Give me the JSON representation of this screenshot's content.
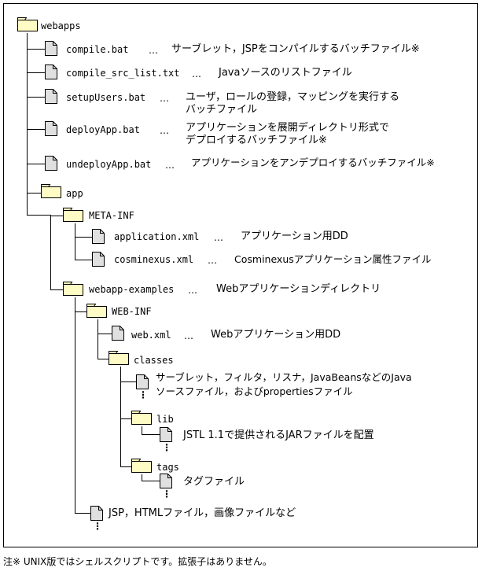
{
  "nodes": {
    "webapps": {
      "name": "webapps"
    },
    "compile": {
      "name": "compile.bat",
      "desc": "サーブレット，JSPをコンパイルするバッチファイル※"
    },
    "compile_src": {
      "name": "compile_src_list.txt",
      "desc": "Javaソースのリストファイル"
    },
    "setupUsers": {
      "name": "setupUsers.bat",
      "desc1": "ユーザ，ロールの登録，マッピングを実行する",
      "desc2": "バッチファイル"
    },
    "deployApp": {
      "name": "deployApp.bat",
      "desc1": "アプリケーションを展開ディレクトリ形式で",
      "desc2": "デプロイするバッチファイル※"
    },
    "undeployApp": {
      "name": "undeployApp.bat",
      "desc": "アプリケーションをアンデプロイするバッチファイル※"
    },
    "app": {
      "name": "app"
    },
    "metainf": {
      "name": "META-INF"
    },
    "application_xml": {
      "name": "application.xml",
      "desc": "アプリケーション用DD"
    },
    "cosminexus_xml": {
      "name": "cosminexus.xml",
      "desc": "Cosminexusアプリケーション属性ファイル"
    },
    "webapp_examples": {
      "name": "webapp-examples",
      "desc": "Webアプリケーションディレクトリ"
    },
    "webinf": {
      "name": "WEB-INF"
    },
    "web_xml": {
      "name": "web.xml",
      "desc": "Webアプリケーション用DD"
    },
    "classes": {
      "name": "classes"
    },
    "classes_file": {
      "desc1": "サーブレット，フィルタ，リスナ，JavaBeansなどのJava",
      "desc2": "ソースファイル，およびpropertiesファイル"
    },
    "lib": {
      "name": "lib"
    },
    "lib_file": {
      "desc": "JSTL 1.1で提供されるJARファイルを配置"
    },
    "tags": {
      "name": "tags"
    },
    "tags_file": {
      "desc": "タグファイル"
    },
    "jsp_file": {
      "desc": "JSP，HTMLファイル，画像ファイルなど"
    }
  },
  "separator": "…",
  "footnote": "注※ UNIX版ではシェルスクリプトです。拡張子はありません。",
  "colors": {
    "folder_fill": "#fffbc4",
    "file_fill": "#e0e0e0",
    "line": "#000000"
  }
}
